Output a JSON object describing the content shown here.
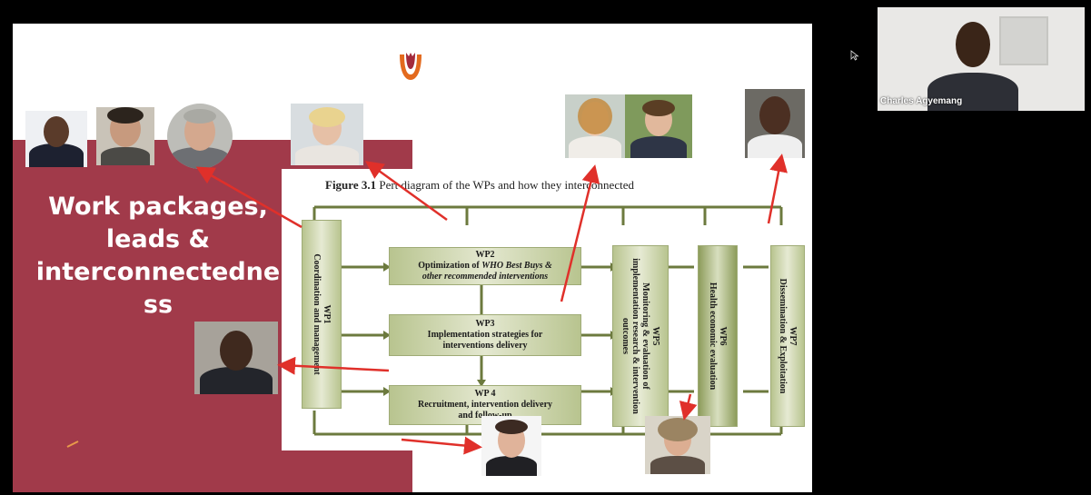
{
  "slide": {
    "title": "Work packages,\nleads &\ninterconnectedne\nss",
    "figure_caption_bold": "Figure 3.1",
    "figure_caption_rest": " Pert diagram of the WPs and how they interconnected",
    "wp1": "WP1\nCoordination and management",
    "wp2": {
      "title": "WP2",
      "line1": "Optimization of ",
      "italic": "WHO Best Buys &",
      "line2": "other recommended interventions"
    },
    "wp3": {
      "title": "WP3",
      "line1": "Implementation strategies for",
      "line2": "interventions delivery"
    },
    "wp4": {
      "title": "WP 4",
      "line1": "Recruitment, intervention delivery",
      "line2": "and follow-up"
    },
    "wp5": "WP5\nMonitoring & evaluation of\nimplementation research & intervention\noutcomes",
    "wp6": "WP6\nHealth economic evaluation",
    "wp7": "WP7\nDissemination & Exploitation"
  },
  "participant": {
    "name": "Charles Agyemang"
  },
  "icons": {
    "logo": "tulip-logo-icon",
    "cursor": "mouse-pointer-icon"
  },
  "colors": {
    "panel_red": "#a13a4a",
    "box_green": "#d8dfbf",
    "arrow_red": "#e0302a",
    "line_olive": "#6c7a3e"
  }
}
